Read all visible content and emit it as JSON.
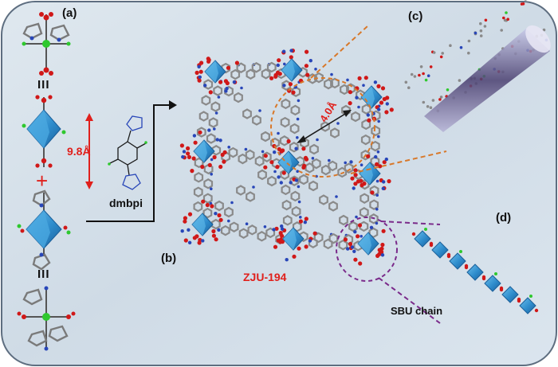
{
  "panels": {
    "a": "(a)",
    "b": "(b)",
    "c": "(c)",
    "d": "(d)"
  },
  "labels": {
    "distance_ligand": "9.8Å",
    "distance_pore": "4.0Å",
    "ligand_name": "dmbpi",
    "framework_name": "ZJU-194",
    "sbu_chain": "SBU chain",
    "triple_bond_top": "III",
    "triple_bond_bottom": "III",
    "plus_sign": "+"
  },
  "colors": {
    "background": "#d4e0ea",
    "border": "#5e6e80",
    "octahedron": "#2e8ccc",
    "carbon": "#8a8a8a",
    "oxygen": "#d01818",
    "nitrogen": "#2846b8",
    "fluorine": "#2ec82e",
    "highlight_red": "#e0201c",
    "orange_dash": "#d8782a",
    "purple_dash": "#7a2a8a",
    "channel": "#4a3f70"
  }
}
